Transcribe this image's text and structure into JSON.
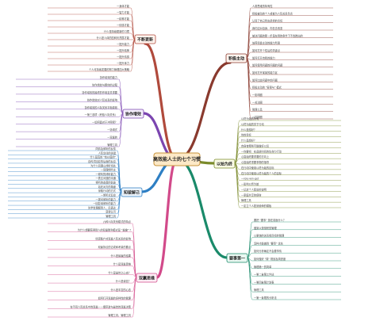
{
  "central": {
    "title": "高效能人士的七个习惯"
  },
  "branches": [
    {
      "id": "b1",
      "label": "不断更新",
      "color": "#b04a3c",
      "leaves": [
        "一身体才能",
        "一智力才能",
        "一精神才能",
        "一情感才能",
        "什么是持续更新的习惯",
        "什么是人体的四种天然属才能",
        "一提升能力",
        "一提升精神",
        "一提升情感",
        "一提升体力",
        "个人可持续发展的努力管理四大策略"
      ]
    },
    {
      "id": "b2",
      "label": "积极主动",
      "color": "#8a3a2e",
      "leaves": [
        "人类思维的特有性",
        "积极被动的个人或者为人际关系负责",
        "认同了自己所应承担的责任",
        "我们应对自身，内在去改变",
        "被决问题的那一步是在别的条件下不会跨出的",
        "培养积极主动的能力所需",
        "如何打开个性后的关键点",
        "如何打开自我的能力",
        "如何使用问题的问题的问题",
        "如何打开某某的能力区",
        "如何比较问题中的问题",
        "积极主动的 \"答案与\" 模式",
        "一影响圈",
        "一关注圈",
        "管理工具",
        "一控制圈"
      ]
    },
    {
      "id": "b3",
      "label": "以始为终",
      "color": "#7a8a2a",
      "leaves": [
        "以终为始的所有",
        "以终为始的关于行动",
        "什么是想好？",
        "你的目标",
        "什么是想好？",
        "自身有哪些可能做好以后",
        "一你要将：在品质时间的生命力行动",
        "心智始终要重要的方向上",
        "心智始终重要事物的指导",
        "在行动中使用以终为始的目标",
        "在行动中使用以终为始的个人的目标",
        "一role-win-get",
        "一影响以终为始",
        "一记定个人愿景的说明",
        "一家庭共享的使命",
        "管理工具",
        "一定立个人愿景使命的模板"
      ]
    },
    {
      "id": "b4",
      "label": "要事第一",
      "color": "#1a8a6a",
      "leaves": [
        "要把 \"要事\" 放在前面什么？",
        "做到以快常积的管理",
        "以更快的关系和目标的管理",
        "怎样才能做到 \"要事\" 优先",
        "如何分析确定不会要事情",
        "如何做好 \"周\" 规划及周进度",
        "管理第一的简单",
        "一第二象限工作法",
        "一第四象限计划表",
        "管理工具",
        "一第一象限的分析法"
      ]
    },
    {
      "id": "b5",
      "label": "双赢思维",
      "color": "#d24a8a",
      "leaves": [
        "六种人际关系模式的特点",
        "为什么想要获得别人的双赢胜利模式是 \"赢输\" ?",
        "情感账户对双赢人际关系的影响",
        "双赢协议的达成和考量的要点",
        "什么是最赢的结果",
        "什么是双赢思维",
        "什么是最佳之心态？",
        "什么是诚信？",
        "什么是丰富的心态",
        "如何打开双赢的多样性的管理",
        "在不同人际关系中的双赢——顺序游与最佳的双赢决策",
        "管理工具，管理工具"
      ]
    },
    {
      "id": "b6",
      "label": "知彼解己",
      "color": "#2e7fc4",
      "leaves": [
        "同情及倾听的反馈",
        "人际交往的关键",
        "什么是真的 \"有价值的\"",
        "自传式回应的后面的反应",
        "为什么同理心倾听将先",
        "一同理倾听主",
        "一倾听的倾听能力",
        "一表达问题的沟通",
        "倾听的态度的前途",
        "站在对方的角度",
        "采取行动的方式",
        "一倾听式反应",
        "一提问倾听的能力",
        "一回复用倾听的能力",
        "先学会理解别人，后表达",
        "获得认可",
        "管理工具"
      ]
    },
    {
      "id": "b7",
      "label": "协作增效",
      "color": "#7b45b0",
      "leaves": [
        "协作增效的能力",
        "协作增效与整体的过程",
        "协作增效的最终的作用至关重要",
        "协作增效对人际关系的影响",
        "协作增效的人际关系平衡原则",
        "一第三选项（积极人际关系）",
        "一如何面对于冲突呢？",
        "一协调式",
        "一双赢的",
        "管理工具"
      ]
    }
  ]
}
